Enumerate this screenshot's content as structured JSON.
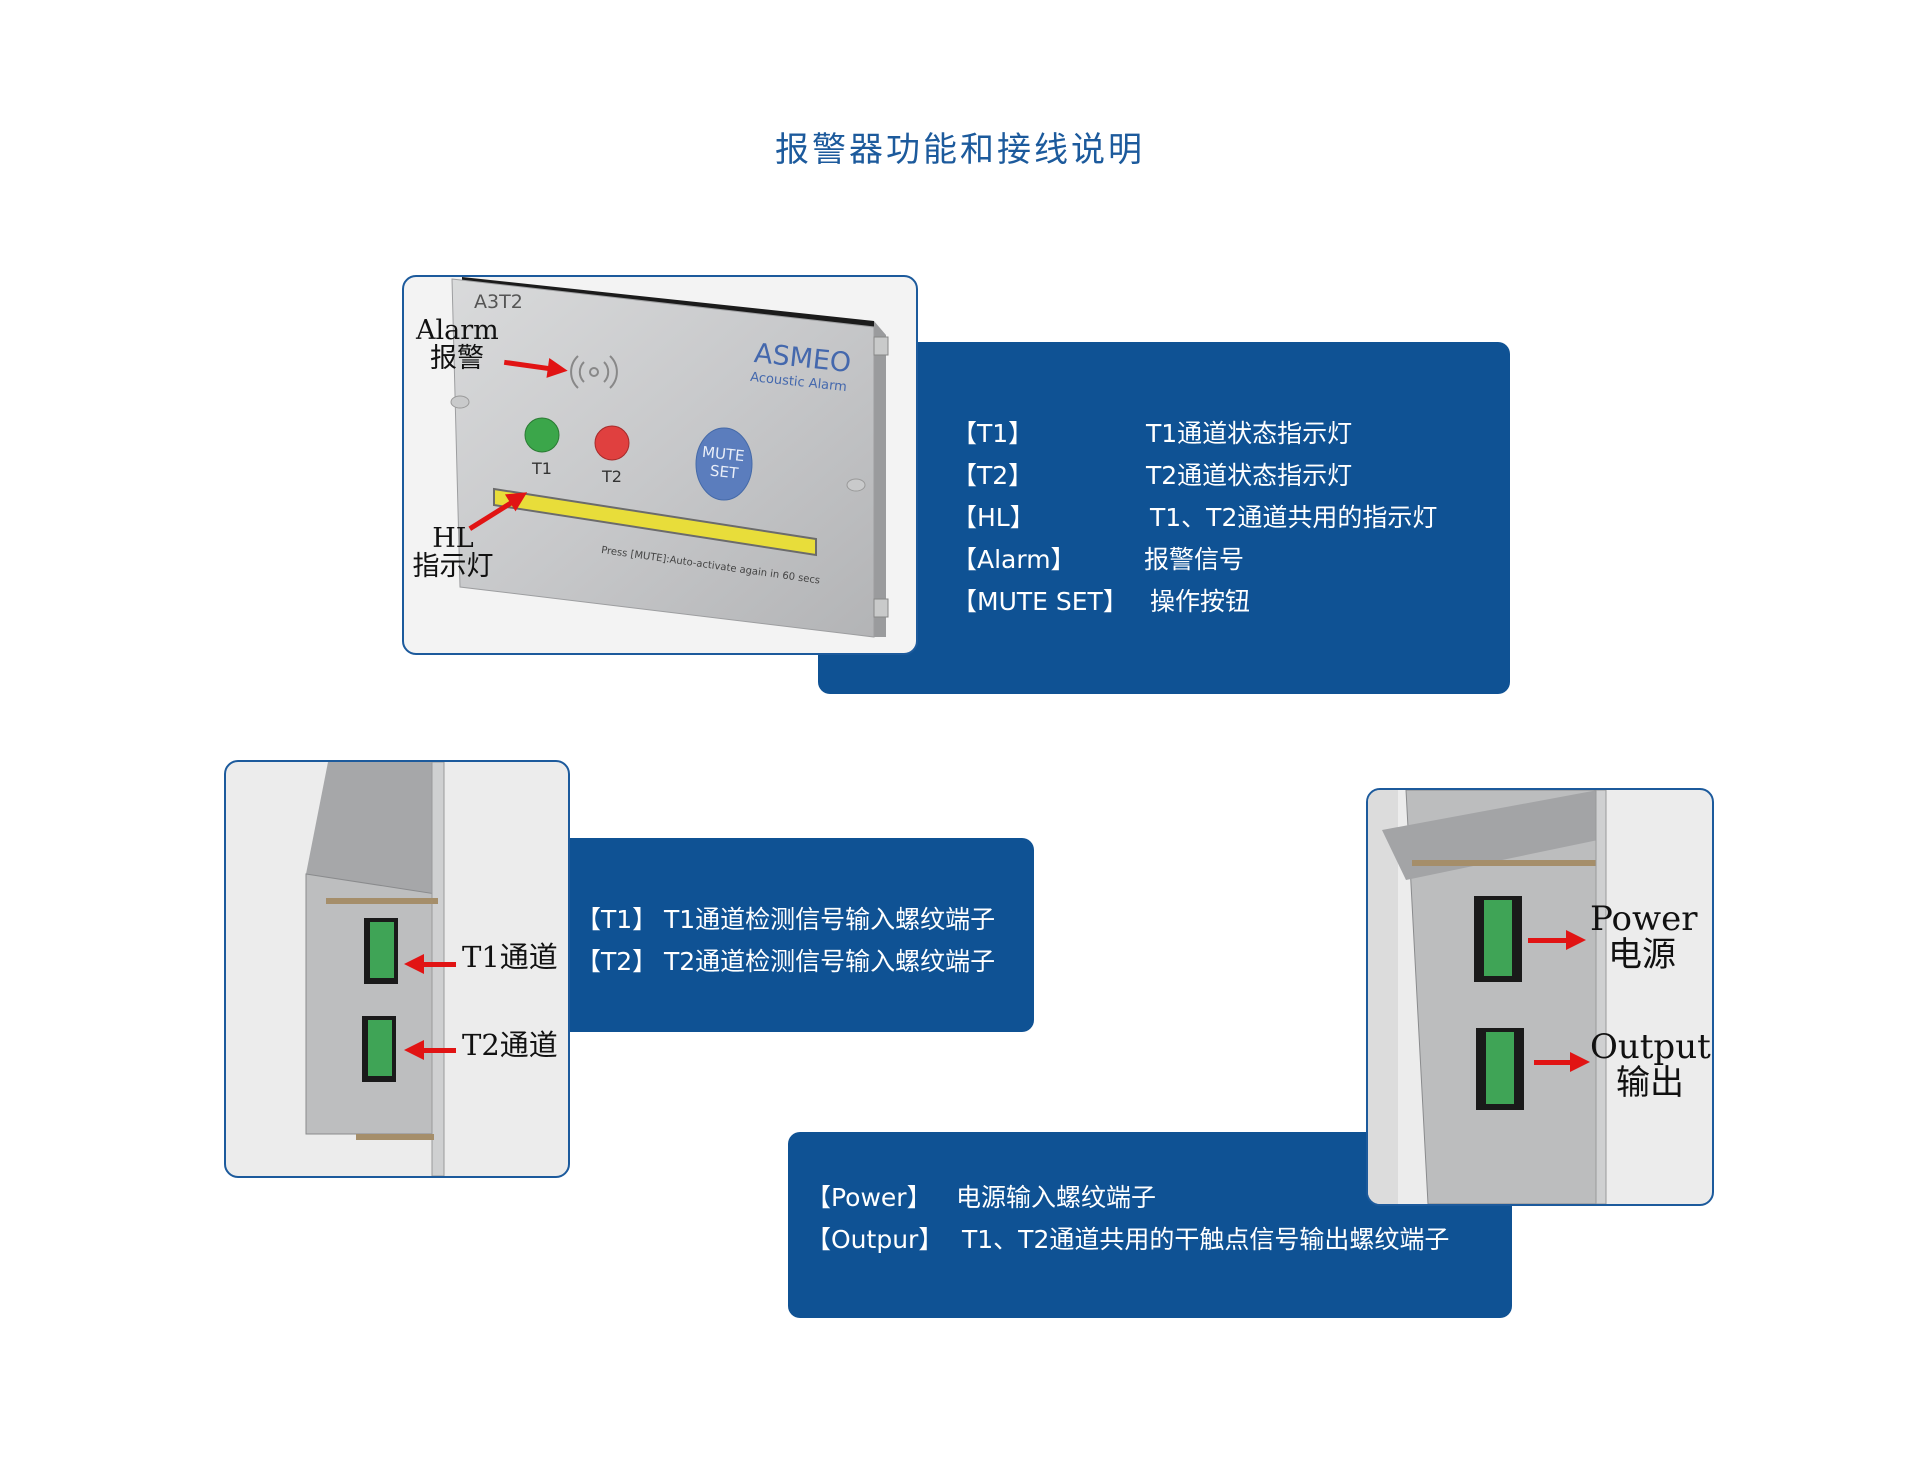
{
  "title": "报警器功能和接线说明",
  "panel1": {
    "model": "A3T2",
    "brand": "ASMEO",
    "brand_sub": "Acoustic Alarm",
    "led_t1": "T1",
    "led_t2": "T2",
    "mute_line1": "MUTE",
    "mute_line2": "SET",
    "strip_text": "Press [MUTE]:Auto-activate again in 60 secs",
    "ann_alarm_en": "Alarm",
    "ann_alarm_zh": "报警",
    "ann_hl_en": "HL",
    "ann_hl_zh": "指示灯"
  },
  "legend1": [
    {
      "key": "【T1】",
      "desc": "T1通道状态指示灯"
    },
    {
      "key": "【T2】",
      "desc": "T2通道状态指示灯"
    },
    {
      "key": "【HL】",
      "desc": "T1、T2通道共用的指示灯"
    },
    {
      "key": "【Alarm】",
      "desc": "报警信号"
    },
    {
      "key": "【MUTE SET】",
      "desc": "操作按钮"
    }
  ],
  "panel2": {
    "ann_t1": "T1通道",
    "ann_t2": "T2通道"
  },
  "legend2": [
    {
      "key": "【T1】",
      "desc": "T1通道检测信号输入螺纹端子"
    },
    {
      "key": "【T2】",
      "desc": "T2通道检测信号输入螺纹端子"
    }
  ],
  "panel3": {
    "ann_power_en": "Power",
    "ann_power_zh": "电源",
    "ann_output_en": "Output",
    "ann_output_zh": "输出"
  },
  "legend3": [
    {
      "key": "【Power】",
      "desc": "电源输入螺纹端子"
    },
    {
      "key": "【Outpur】",
      "desc": "T1、T2通道共用的干触点信号输出螺纹端子"
    }
  ],
  "colors": {
    "accent_blue": "#0f5294",
    "title_blue": "#1c5a9c",
    "arrow_red": "#e11414",
    "terminal_green": "#3fa456"
  }
}
